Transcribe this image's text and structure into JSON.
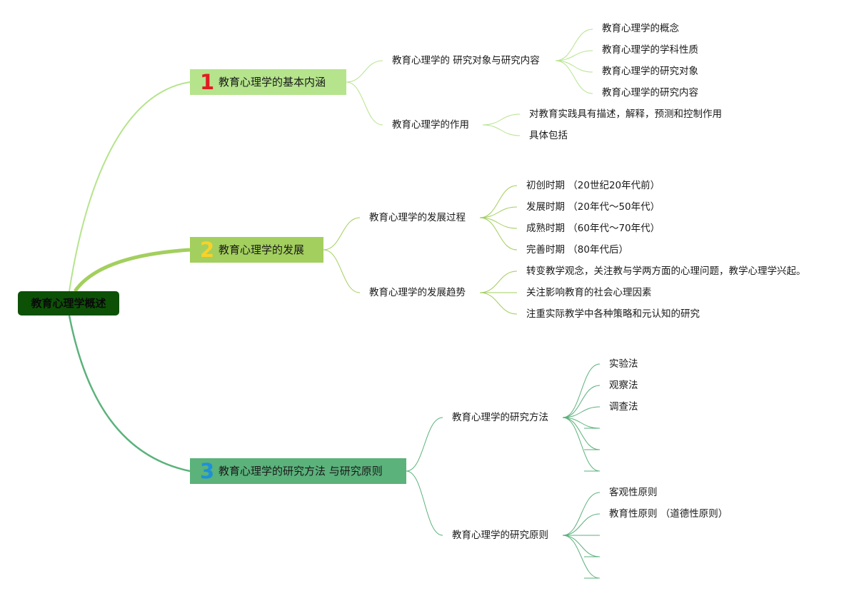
{
  "root": {
    "label": "教育心理学概述"
  },
  "topics": [
    {
      "num": "1",
      "num_color": "#e21b23",
      "label": "教育心理学的基本内涵",
      "line_color": "#b5e48c",
      "subtopics": [
        {
          "label": "教育心理学的 研究对象与研究内容",
          "leaves": [
            "教育心理学的概念",
            "教育心理学的学科性质",
            "教育心理学的研究对象",
            "教育心理学的研究内容"
          ]
        },
        {
          "label": "教育心理学的作用",
          "leaves": [
            "对教育实践具有描述，解释，预测和控制作用",
            "具体包括"
          ]
        }
      ]
    },
    {
      "num": "2",
      "num_color": "#f7d22a",
      "label": "教育心理学的发展",
      "line_color": "#a3cf5e",
      "subtopics": [
        {
          "label": "教育心理学的发展过程",
          "leaves": [
            "初创时期 （20世纪20年代前）",
            "发展时期 （20年代～50年代）",
            "成熟时期 （60年代～70年代）",
            "完善时期 （80年代后）"
          ]
        },
        {
          "label": "教育心理学的发展趋势",
          "leaves": [
            "转变教学观念，关注教与学两方面的心理问题，教学心理学兴起。",
            "关注影响教育的社会心理因素",
            "注重实际教学中各种策略和元认知的研究"
          ]
        }
      ]
    },
    {
      "num": "3",
      "num_color": "#1e90d8",
      "label": "教育心理学的研究方法 与研究原则",
      "line_color": "#5bb27b",
      "subtopics": [
        {
          "label": "教育心理学的研究方法",
          "leaves": [
            "实验法",
            "观察法",
            "调查法",
            "",
            "",
            ""
          ]
        },
        {
          "label": "教育心理学的研究原则",
          "leaves": [
            "客观性原则",
            "教育性原则 （道德性原则）",
            "",
            "",
            ""
          ]
        }
      ]
    }
  ]
}
